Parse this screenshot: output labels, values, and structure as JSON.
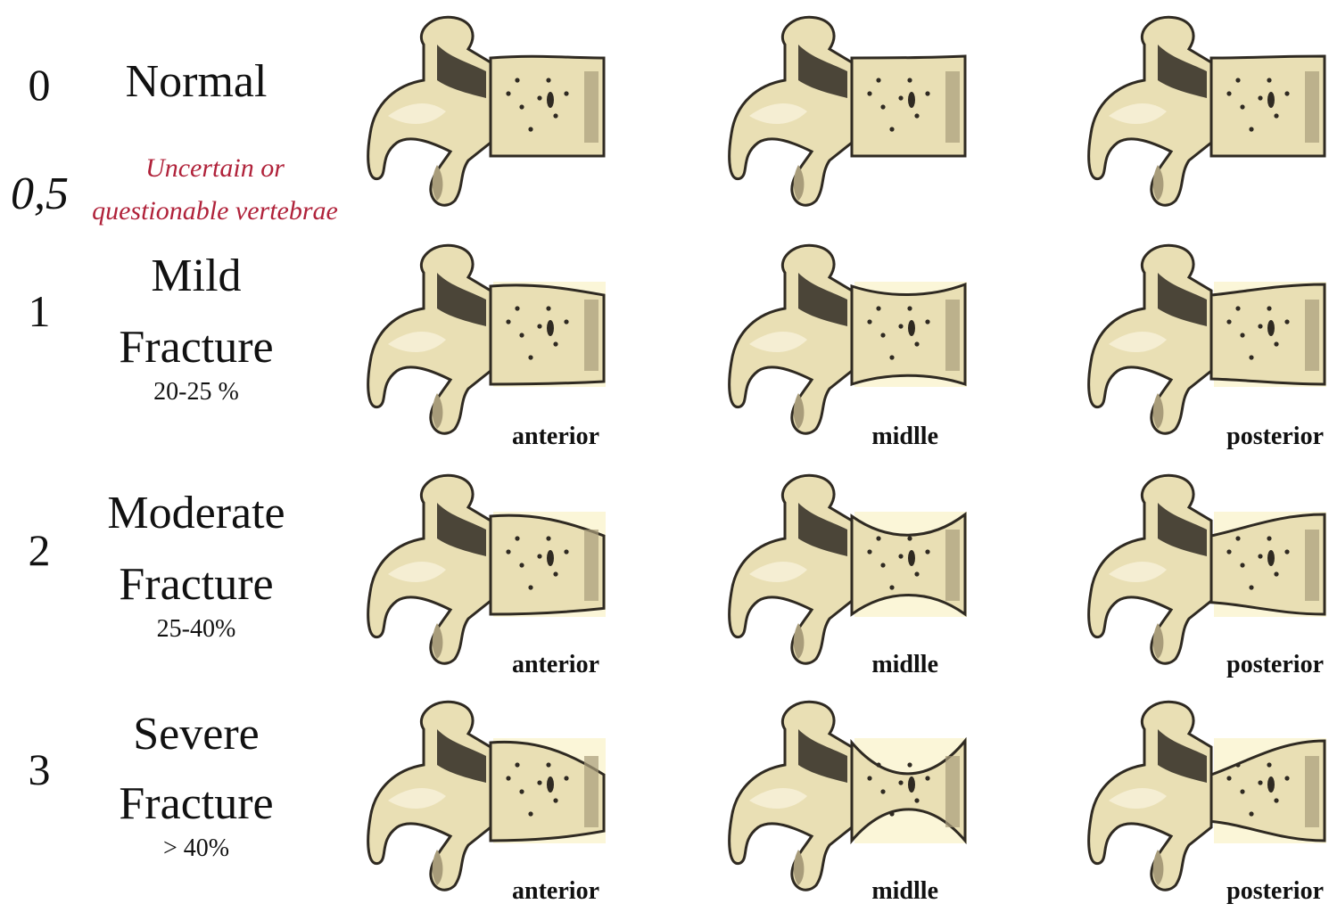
{
  "grades": [
    {
      "num": "0",
      "lines": [
        "Normal"
      ],
      "pct": ""
    },
    {
      "num": "0,5",
      "lines": [
        "Uncertain or",
        "questionable vertebrae"
      ],
      "pct": ""
    },
    {
      "num": "1",
      "lines": [
        "Mild",
        "Fracture"
      ],
      "pct": "20-25 %"
    },
    {
      "num": "2",
      "lines": [
        "Moderate",
        "Fracture"
      ],
      "pct": "25-40%"
    },
    {
      "num": "3",
      "lines": [
        "Severe",
        "Fracture"
      ],
      "pct": "> 40%"
    }
  ],
  "columns": [
    "anterior",
    "midlle",
    "posterior"
  ],
  "colors": {
    "bone": "#e9dfb4",
    "shadow": "#a89c7a",
    "dark": "#2f2a22",
    "highlight": "#f6f0d6",
    "pad": "#fbf6d8",
    "label_red": "#b0223a"
  }
}
